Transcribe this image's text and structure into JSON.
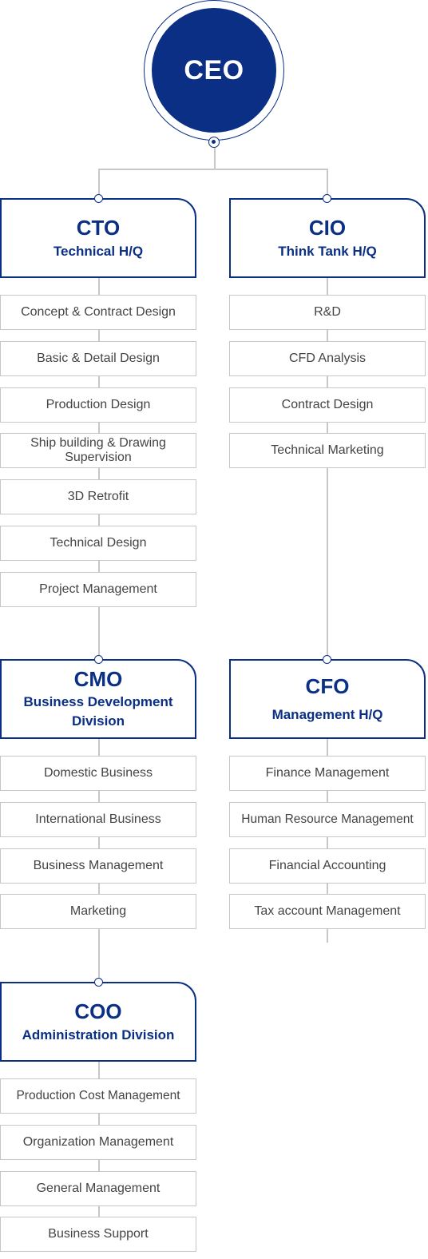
{
  "ceo": {
    "label": "CEO"
  },
  "executives": {
    "cto": {
      "code": "CTO",
      "sub": "Technical H/Q"
    },
    "cio": {
      "code": "CIO",
      "sub": "Think Tank H/Q"
    },
    "cmo": {
      "code": "CMO",
      "sub": "Business Development Division"
    },
    "cfo": {
      "code": "CFO",
      "sub": "Management H/Q"
    },
    "coo": {
      "code": "COO",
      "sub": "Administration Division"
    }
  },
  "departments": {
    "cto": [
      "Concept & Contract Design",
      "Basic & Detail Design",
      "Production Design",
      "Ship building & Drawing Supervision",
      "3D Retrofit",
      "Technical Design",
      "Project Management"
    ],
    "cio": [
      "R&D",
      "CFD Analysis",
      "Contract Design",
      "Technical Marketing"
    ],
    "cmo": [
      "Domestic Business",
      "International Business",
      "Business Management",
      "Marketing"
    ],
    "cfo": [
      "Finance Management",
      "Human Resource Management",
      "Financial Accounting",
      "Tax account Management"
    ],
    "coo": [
      "Production Cost Management",
      "Organization Management",
      "General Management",
      "Business Support"
    ]
  },
  "colors": {
    "brand": "#0a2f84",
    "border": "#c6c6c6",
    "line": "#c8c8c8"
  }
}
